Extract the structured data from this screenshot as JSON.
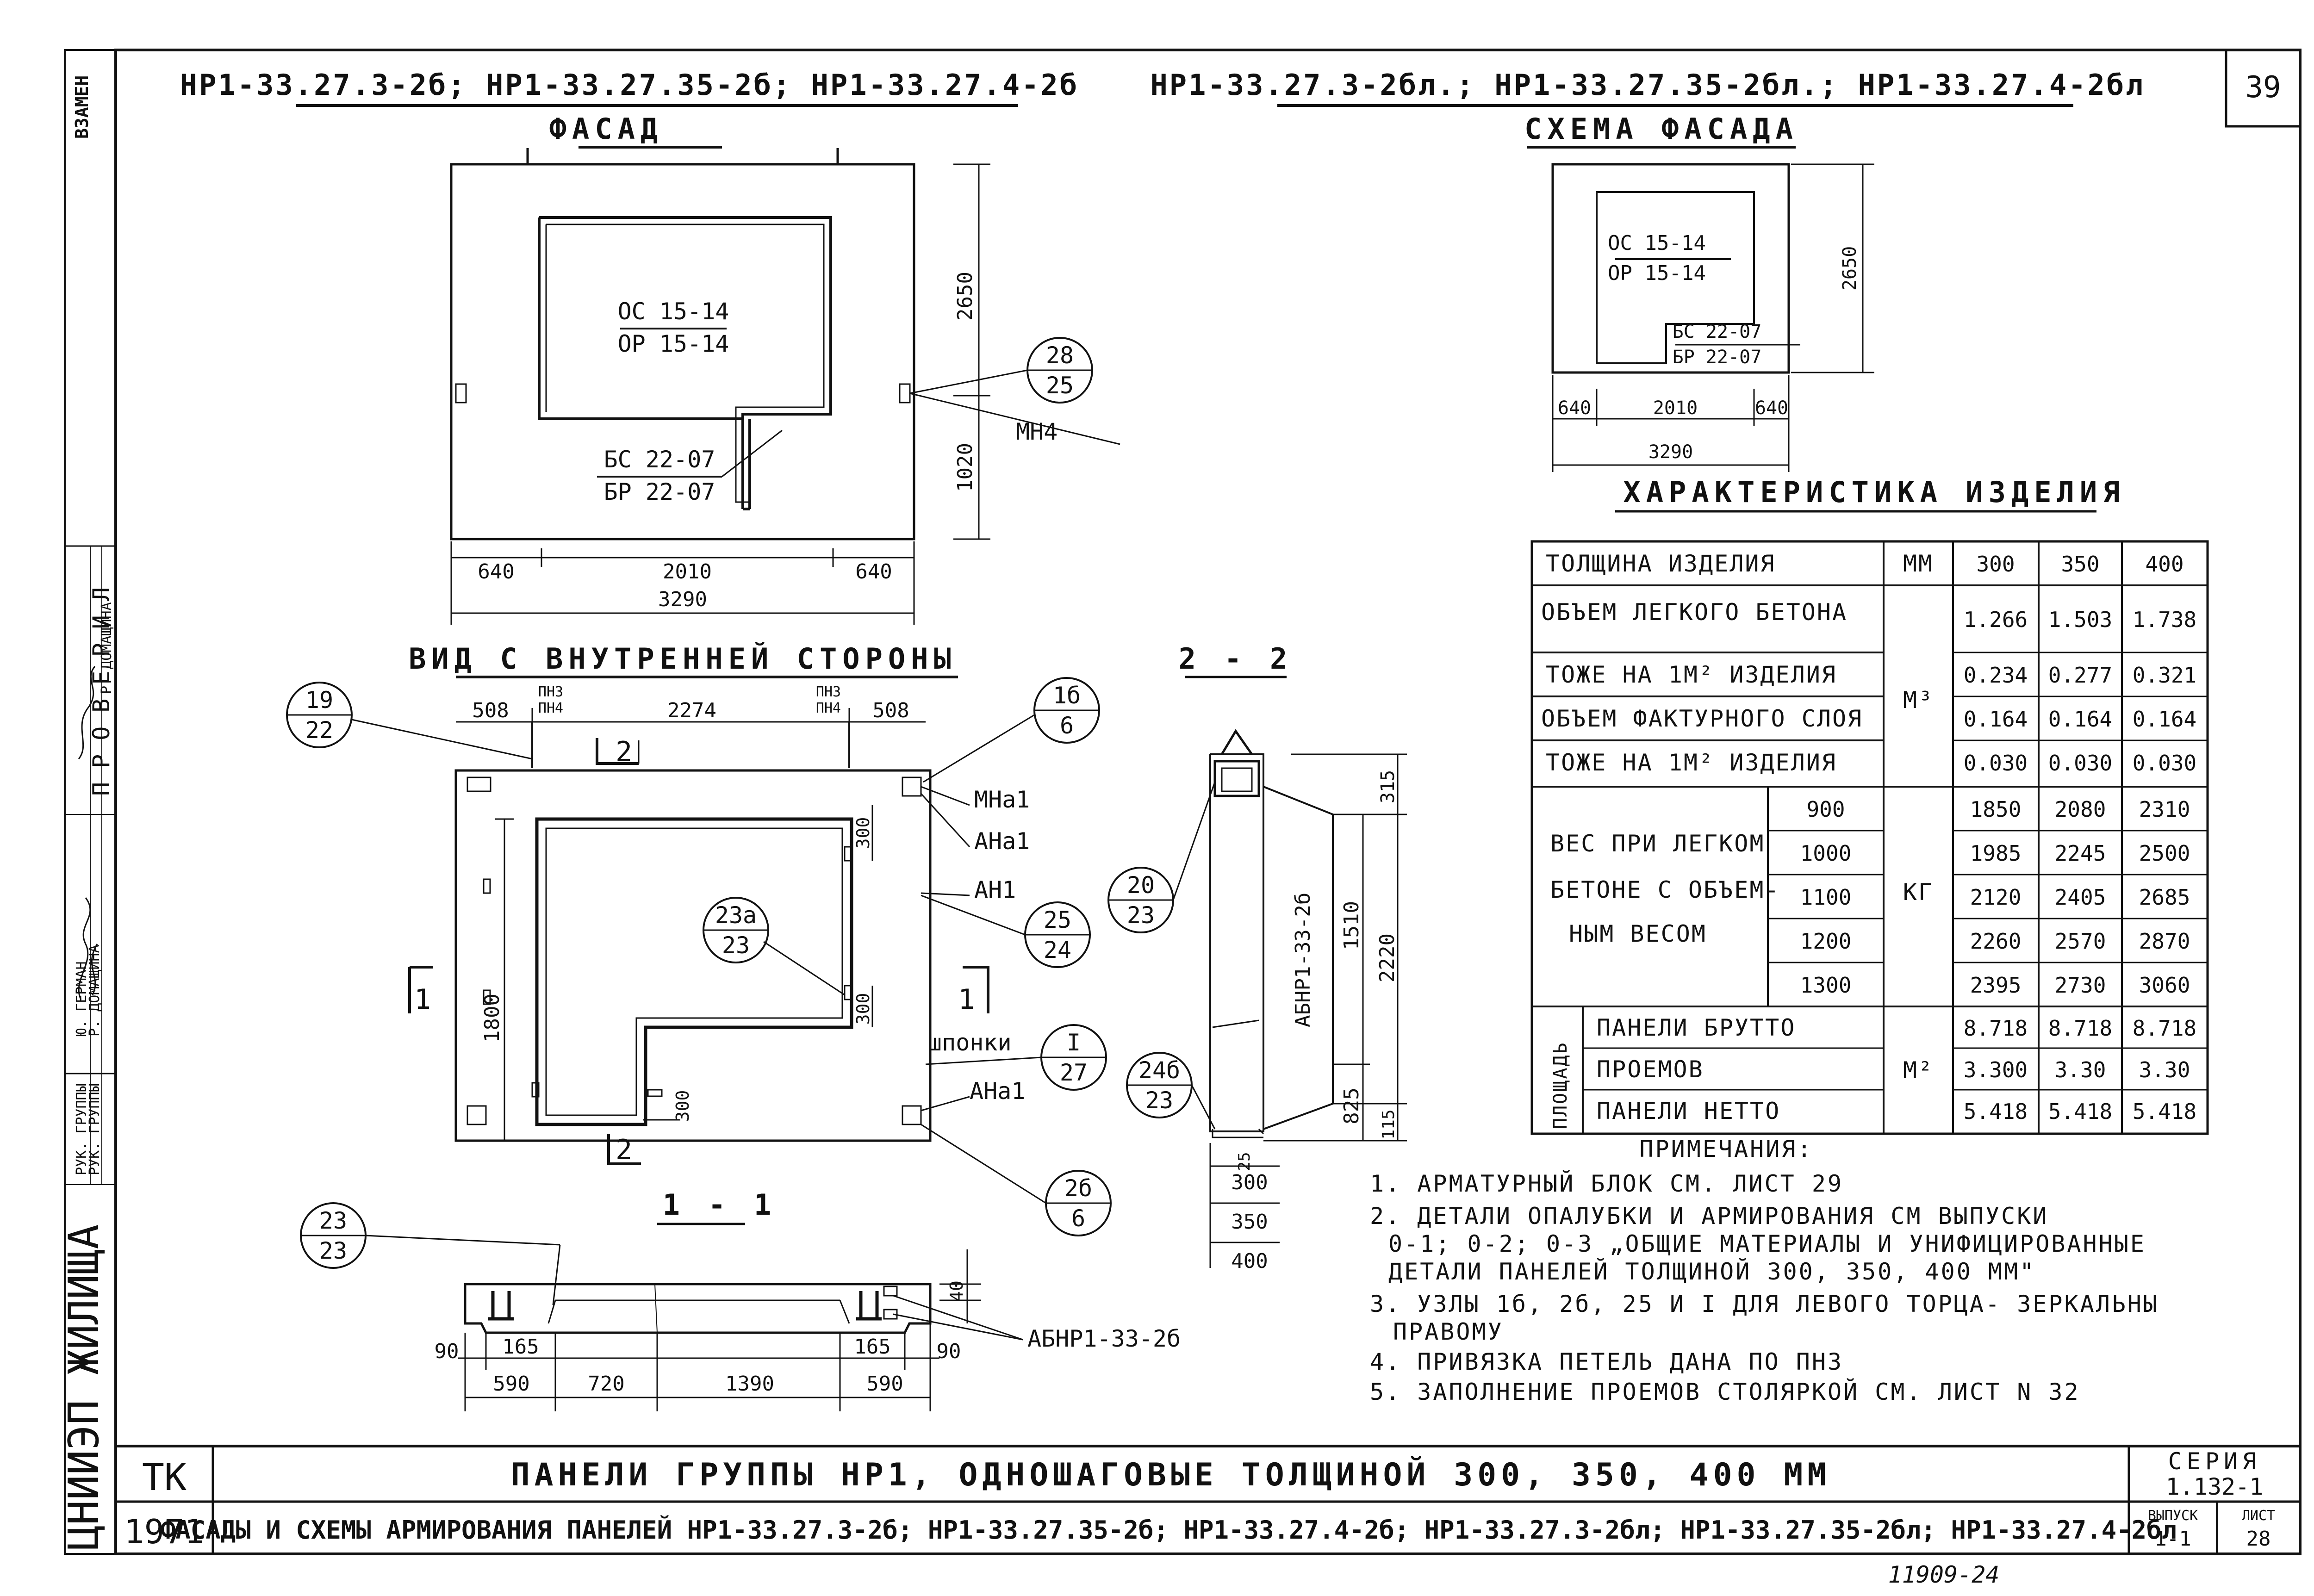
{
  "sheet": {
    "number": "39"
  },
  "left_drawings": {
    "header": "НР1-33.27.3-2б; НР1-33.27.35-2б; НР1-33.27.4-2б",
    "facade_title": "ФАСАД",
    "window_upper": "ОС 15-14",
    "window_lower": "ОР 15-14",
    "door_upper": "БС 22-07",
    "door_lower": "БР 22-07",
    "callout_28_top": "28",
    "callout_28_bottom": "25",
    "callout_28_label": "МН4",
    "dims": {
      "d640_left": "640",
      "d2010": "2010",
      "d640_right": "640",
      "d3290": "3290",
      "d2650": "2650",
      "d1020": "1020"
    },
    "inside_title": "ВИД С ВНУТРЕННЕЙ СТОРОНЫ",
    "inside_dims": {
      "d508_left": "508",
      "d2274": "2274",
      "d508_right": "508",
      "d1800": "1800",
      "d300_a": "300",
      "d300_b": "300",
      "d300_c": "300"
    },
    "loop_label_left_top": "ПН3",
    "loop_label_left_bottom": "ПН4",
    "loop_label_right_top": "ПН3",
    "loop_label_right_bottom": "ПН4",
    "callout_19_top": "19",
    "callout_19_bottom": "22",
    "callout_1b_top": "1б",
    "callout_1b_bottom": "6",
    "callout_23a_top": "23а",
    "callout_23a_bottom": "23",
    "callout_25_top": "25",
    "callout_25_bottom": "24",
    "callout_I_top": "I",
    "callout_I_bottom": "27",
    "callout_2b_top": "2б",
    "callout_2b_bottom": "6",
    "label_mna1": "МНа1",
    "label_ana1_top": "АНа1",
    "label_an1": "АН1",
    "label_shponki": "шпонки",
    "label_ana1_bottom": "АНа1",
    "cut_1": "1",
    "cut_2": "2",
    "section_11_title": "1 - 1",
    "callout_23_top": "23",
    "callout_23_bottom": "23",
    "section_11_dims": {
      "d90_left": "90",
      "d165_left": "165",
      "d590_left": "590",
      "d720": "720",
      "d1390": "1390",
      "d165_right": "165",
      "d90_right": "90",
      "d590_right": "590",
      "d40": "40"
    },
    "section_11_block": "АБНР1-33-2б"
  },
  "section_22": {
    "title": "2 - 2",
    "callout_20_top": "20",
    "callout_20_bottom": "23",
    "callout_24b_top": "24б",
    "callout_24b_bottom": "23",
    "block_label": "АБНР1-33-2б",
    "dims": {
      "d315": "315",
      "d1510": "1510",
      "d2220": "2220",
      "d825": "825",
      "d115": "115",
      "d25": "25",
      "t300": "300",
      "t350": "350",
      "t400": "400"
    }
  },
  "right_drawings": {
    "header": "НР1-33.27.3-2бл.; НР1-33.27.35-2бл.; НР1-33.27.4-2бл",
    "scheme_title": "СХЕМА ФАСАДА",
    "window_upper": "ОС 15-14",
    "window_lower": "ОР 15-14",
    "door_upper": "БС 22-07",
    "door_lower": "БР 22-07",
    "dims": {
      "d640_left": "640",
      "d2010": "2010",
      "d640_right": "640",
      "d3290": "3290",
      "d2650": "2650"
    }
  },
  "characteristics": {
    "title": "ХАРАКТЕРИСТИКА ИЗДЕЛИЯ",
    "row_thickness": "ТОЛЩИНА ИЗДЕЛИЯ",
    "unit_mm": "ММ",
    "thicknesses": [
      "300",
      "350",
      "400"
    ],
    "row_light_concrete": "ОБЪЕМ ЛЕГКОГО БЕТОНА",
    "row_per_m2_1": "ТОЖЕ НА 1М² ИЗДЕЛИЯ",
    "row_facing": "ОБЪЕМ ФАКТУРНОГО СЛОЯ",
    "row_per_m2_2": "ТОЖЕ НА 1М² ИЗДЕЛИЯ",
    "unit_m3": "М³",
    "v_light": [
      "1.266",
      "1.503",
      "1.738"
    ],
    "v_per_m2_1": [
      "0.234",
      "0.277",
      "0.321"
    ],
    "v_facing": [
      "0.164",
      "0.164",
      "0.164"
    ],
    "v_per_m2_2": [
      "0.030",
      "0.030",
      "0.030"
    ],
    "weight_label_1": "ВЕС ПРИ ЛЕГКОМ",
    "weight_label_2": "БЕТОНЕ С ОБЪЕМ-",
    "weight_label_3": "НЫМ ВЕСОМ",
    "unit_kg": "КГ",
    "densities": [
      "900",
      "1000",
      "1100",
      "1200",
      "1300"
    ],
    "weights": [
      [
        "1850",
        "2080",
        "2310"
      ],
      [
        "1985",
        "2245",
        "2500"
      ],
      [
        "2120",
        "2405",
        "2685"
      ],
      [
        "2260",
        "2570",
        "2870"
      ],
      [
        "2395",
        "2730",
        "3060"
      ]
    ],
    "area_label": "ПЛОЩАДЬ",
    "row_gross": "ПАНЕЛИ БРУТТО",
    "row_openings": "ПРОЕМОВ",
    "row_net": "ПАНЕЛИ НЕТТО",
    "unit_m2": "М²",
    "v_gross": [
      "8.718",
      "8.718",
      "8.718"
    ],
    "v_openings": [
      "3.300",
      "3.30",
      "3.30"
    ],
    "v_net": [
      "5.418",
      "5.418",
      "5.418"
    ]
  },
  "notes": {
    "title": "ПРИМЕЧАНИЯ:",
    "n1": "1. АРМАТУРНЫЙ БЛОК СМ. ЛИСТ 29",
    "n2a": "2. ДЕТАЛИ ОПАЛУБКИ И АРМИРОВАНИЯ СМ ВЫПУСКИ",
    "n2b": "0-1; 0-2; 0-3 „ОБЩИЕ МАТЕРИАЛЫ И УНИФИЦИРОВАННЫЕ",
    "n2c": "ДЕТАЛИ ПАНЕЛЕЙ ТОЛЩИНОЙ 300, 350, 400 ММ\"",
    "n3a": "3. УЗЛЫ 1б, 2б, 25 И I ДЛЯ ЛЕВОГО ТОРЦА- ЗЕРКАЛЬНЫ",
    "n3b": "ПРАВОМУ",
    "n4": "4. ПРИВЯЗКА ПЕТЕЛЬ ДАНА ПО ПН3",
    "n5": "5. ЗАПОЛНЕНИЕ ПРОЕМОВ СТОЛЯРКОЙ СМ. ЛИСТ N 32"
  },
  "title_block": {
    "org_tk": "ТК",
    "year": "1971",
    "line1": "ПАНЕЛИ ГРУППЫ НР1, ОДНОШАГОВЫЕ ТОЛЩИНОЙ 300, 350, 400 ММ",
    "line2": "ФАСАДЫ И СХЕМЫ АРМИРОВАНИЯ ПАНЕЛЕЙ НР1-33.27.3-2б; НР1-33.27.35-2б; НР1-33.27.4-2б; НР1-33.27.3-2бл; НР1-33.27.35-2бл; НР1-33.27.4-2бл",
    "series_label": "СЕРИЯ",
    "series_value": "1.132-1",
    "issue_label": "ВЫПУСК",
    "issue_value": "1-1",
    "sheet_label": "ЛИСТ",
    "sheet_value": "28",
    "inventory": "11909-24"
  },
  "stamp": {
    "org": "ЦНИИЭП ЖИЛИЩА",
    "checked": "ПРОВЕРИЛ",
    "replace": "ВЗАМЕН",
    "role_1": "РУК. ГРУППЫ",
    "role_2": "РУК. ГРУППЫ",
    "name_1": "Ю. ГЕРМАН",
    "name_2": "Р. ДОМАЩИНА",
    "name_3": "Р. ДОМАЩИНА"
  }
}
